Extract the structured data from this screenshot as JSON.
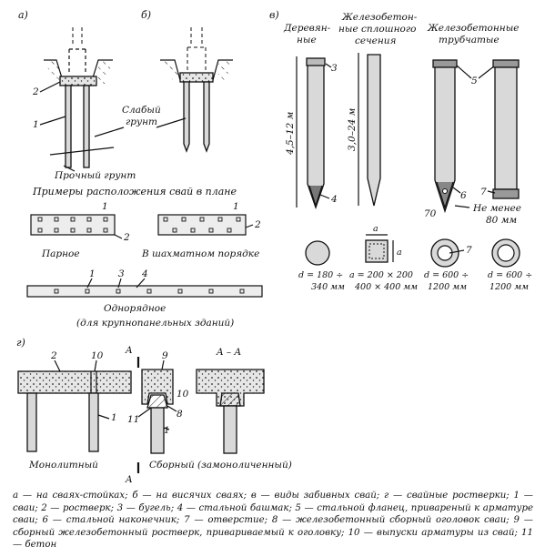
{
  "labels": {
    "a": "а)",
    "b": "б)",
    "v": "в)",
    "g": "г)",
    "weak_soil_1": "Слабый",
    "weak_soil_2": "грунт",
    "strong_soil": "Прочный грунт",
    "n1": "1",
    "n2": "2",
    "n3": "3",
    "n4": "4",
    "n5": "5",
    "n6": "6",
    "n7": "7",
    "n8": "8",
    "n9": "9",
    "n10": "10",
    "n11": "11",
    "n70": "70",
    "wood_1": "Деревян-",
    "wood_2": "ные",
    "rc_solid_1": "Железобетон-",
    "rc_solid_2": "ные сплошного",
    "rc_solid_3": "сечения",
    "rc_tube_1": "Железобетонные",
    "rc_tube_2": "трубчатые",
    "len_wood": "4,5–12 м",
    "len_rc": "3,0–24 м",
    "not_less_1": "Не менее",
    "not_less_2": "80 мм",
    "dim_a": "a",
    "d_wood_1": "d = 180 ÷",
    "d_wood_2": "340 мм",
    "a_rc_1": "a = 200 × 200",
    "a_rc_2": "400 × 400 мм",
    "d_tube1_1": "d = 600 ÷",
    "d_tube1_2": "1200 мм",
    "d_tube2_1": "d = 600 ÷",
    "d_tube2_2": "1200 мм",
    "plan_title": "Примеры расположения свай в плане",
    "paired": "Парное",
    "staggered": "В шахматном порядке",
    "single_row": "Однорядное",
    "single_row_note": "(для крупнопанельных зданий)",
    "section_A": "A",
    "section_AA": "A – A",
    "monolithic": "Монолитный",
    "precast": "Сборный (замоноличенный)"
  },
  "caption": "а — на сваях-стойках; б — на висячих сваях; в — виды забивных свай; г — свайные ростверки; 1 — сваи; 2 — ростверк; 3 — бугель; 4 — стальной башмак; 5 — стальной фланец, привареный к арматуре сваи; 6 — стальной наконечник; 7 — отверстие; 8 — железобетонный сборный оголовок сваи; 9 — сборный железобетонный ростверк, привариваемый к оголовку; 10 — выпуски арматуры из свай; 11 — бетон"
}
